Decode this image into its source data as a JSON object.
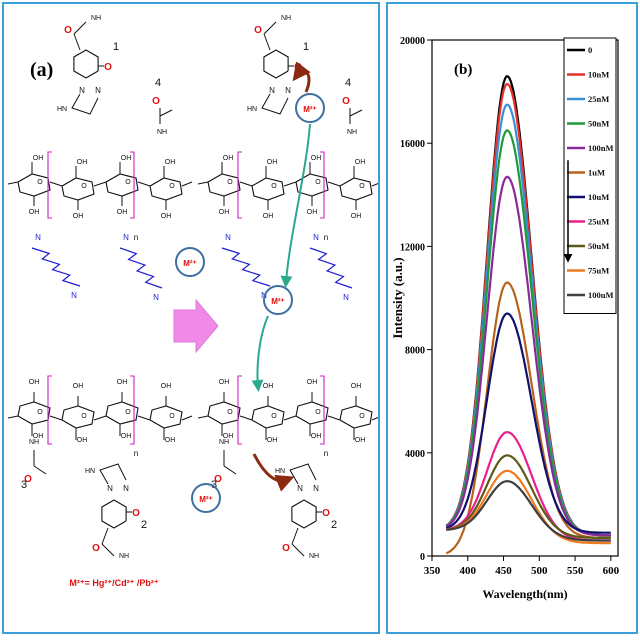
{
  "scheme": {
    "panel_label": "(a)",
    "metal_label": "M²⁺",
    "legend_text": "M²⁺= Hg²⁺/Cd²⁺ /Pb²⁺",
    "subscript_n": "n",
    "site_numbers": [
      "1",
      "2",
      "3",
      "4"
    ],
    "atoms": {
      "N": "N",
      "O": "O",
      "HN": "HN",
      "NH": "NH",
      "OH": "OH"
    },
    "colors": {
      "linker": "#1b1bd6",
      "bracket": "#d020c0",
      "red_atom": "#e01010",
      "arrow": "#f08ae8",
      "circle": "#3f6fa0",
      "curve": "#8b2a10",
      "curve2": "#2aa890"
    }
  },
  "chart_data": {
    "type": "line",
    "panel_label": "(b)",
    "xlabel": "Wavelength(nm)",
    "ylabel": "Intensity (a.u.)",
    "xlim": [
      350,
      610
    ],
    "ylim": [
      0,
      20000
    ],
    "xticks": [
      350,
      400,
      450,
      500,
      550,
      600
    ],
    "yticks": [
      0,
      4000,
      8000,
      12000,
      16000,
      20000
    ],
    "peak_x": 455,
    "start_x": 370,
    "end_x": 600,
    "legend_placement": "top-right",
    "series": [
      {
        "name": "0",
        "color": "#000000",
        "peak": 18600,
        "start": 1000,
        "end": 800
      },
      {
        "name": "10nM",
        "color": "#e8312a",
        "peak": 18300,
        "start": 1000,
        "end": 800
      },
      {
        "name": "25nM",
        "color": "#3a8fd8",
        "peak": 17500,
        "start": 1000,
        "end": 800
      },
      {
        "name": "50nM",
        "color": "#1e9a3a",
        "peak": 16500,
        "start": 1000,
        "end": 800
      },
      {
        "name": "100nM",
        "color": "#8a2a9a",
        "peak": 14700,
        "start": 1000,
        "end": 800
      },
      {
        "name": "1uM",
        "color": "#b8621c",
        "peak": 10600,
        "start": 0,
        "end": 700
      },
      {
        "name": "10uM",
        "color": "#10106e",
        "peak": 9400,
        "start": 1000,
        "end": 900
      },
      {
        "name": "25uM",
        "color": "#e8208c",
        "peak": 4800,
        "start": 1000,
        "end": 600
      },
      {
        "name": "50uM",
        "color": "#5e5a18",
        "peak": 3900,
        "start": 1000,
        "end": 700
      },
      {
        "name": "75uM",
        "color": "#f07a20",
        "peak": 3300,
        "start": 1000,
        "end": 500
      },
      {
        "name": "100uM",
        "color": "#3e3e3e",
        "peak": 2900,
        "start": 1000,
        "end": 600
      }
    ]
  }
}
